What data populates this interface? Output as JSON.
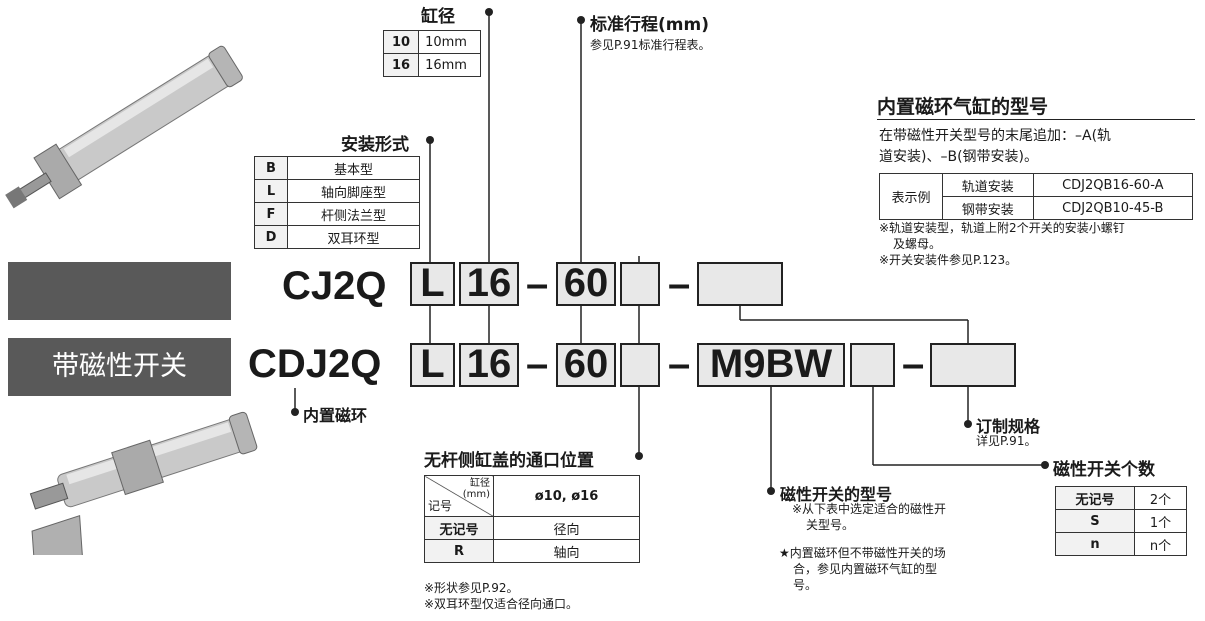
{
  "bore": {
    "label": "缸径",
    "rows": [
      {
        "code": "10",
        "desc": "10mm"
      },
      {
        "code": "16",
        "desc": "16mm"
      }
    ]
  },
  "mount": {
    "label": "安装形式",
    "rows": [
      {
        "code": "B",
        "desc": "基本型"
      },
      {
        "code": "L",
        "desc": "轴向脚座型"
      },
      {
        "code": "F",
        "desc": "杆侧法兰型"
      },
      {
        "code": "D",
        "desc": "双耳环型"
      }
    ]
  },
  "stroke": {
    "label": "标准行程(mm)",
    "note": "参见P.91标准行程表。"
  },
  "model_row1": {
    "prefix": "CJ2Q",
    "mount": "L",
    "bore": "16",
    "dash": "–",
    "stroke": "60"
  },
  "model_row2": {
    "tag": "带磁性开关",
    "prefix": "CDJ2Q",
    "mount": "L",
    "bore": "16",
    "dash": "–",
    "stroke": "60",
    "switch": "M9BW"
  },
  "magnet_label": "内置磁环",
  "port": {
    "label": "无杆侧缸盖的通口位置",
    "head_top": "缸径",
    "head_unit": "(mm)",
    "head_side": "记号",
    "head_val": "ø10, ø16",
    "rows": [
      {
        "code": "无记号",
        "desc": "径向"
      },
      {
        "code": "R",
        "desc": "轴向"
      }
    ],
    "notes": [
      "※形状参见P.92。",
      "※双耳环型仅适合径向通口。"
    ]
  },
  "switch_model": {
    "label": "磁性开关的型号",
    "note1": "※从下表中选定适合的磁性开",
    "note1b": "关型号。",
    "note2a": "★内置磁环但不带磁性开关的场",
    "note2b": "合，参见内置磁环气缸的型",
    "note2c": "号。"
  },
  "custom": {
    "label": "订制规格",
    "note": "详见P.91。"
  },
  "switch_count": {
    "label": "磁性开关个数",
    "rows": [
      {
        "code": "无记号",
        "desc": "2个"
      },
      {
        "code": "S",
        "desc": "1个"
      },
      {
        "code": "n",
        "desc": "n个"
      }
    ]
  },
  "builtin": {
    "title": "内置磁环气缸的型号",
    "desc1": "在带磁性开关型号的末尾追加：–A(轨",
    "desc2": "道安装)、–B(钢带安装)。",
    "row_head": "表示例",
    "rows": [
      {
        "type": "轨道安装",
        "model": "CDJ2QB16-60-A"
      },
      {
        "type": "钢带安装",
        "model": "CDJ2QB10-45-B"
      }
    ],
    "note1": "※轨道安装型，轨道上附2个开关的安装小螺钉",
    "note1b": "及螺母。",
    "note2": "※开关安装件参见P.123。"
  },
  "colors": {
    "tag_bg": "#595959",
    "box_bg": "#e8e8e8"
  }
}
